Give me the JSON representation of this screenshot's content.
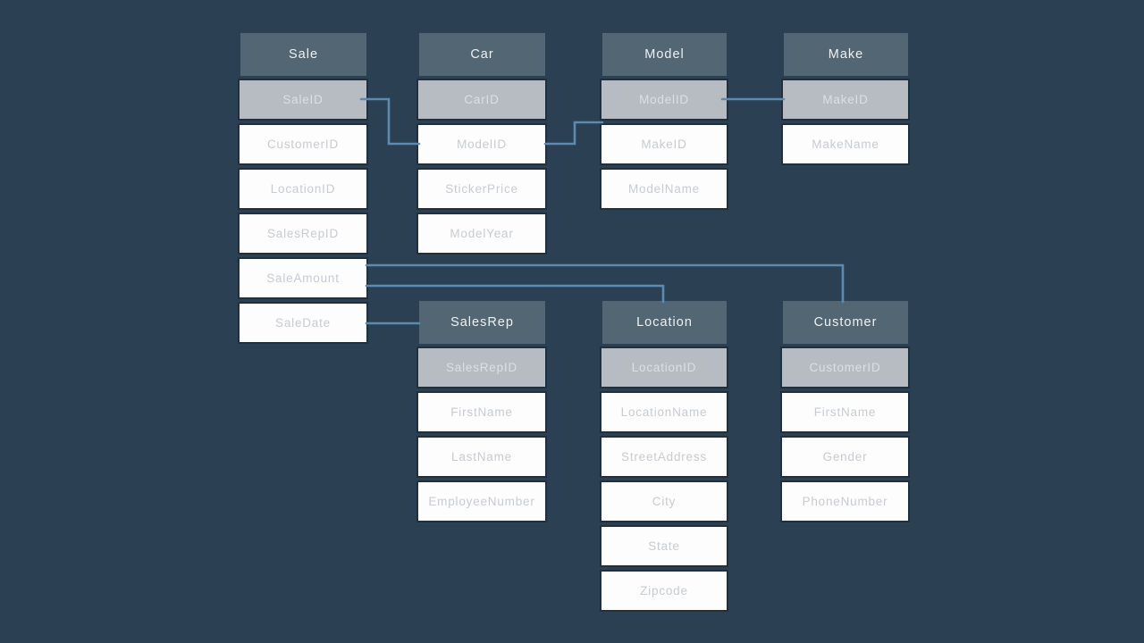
{
  "diagram": {
    "tables": [
      {
        "name": "Sale",
        "fields": [
          {
            "label": "SaleID",
            "key": true
          },
          {
            "label": "CustomerID",
            "key": false
          },
          {
            "label": "LocationID",
            "key": false
          },
          {
            "label": "SalesRepID",
            "key": false
          },
          {
            "label": "SaleAmount",
            "key": false
          },
          {
            "label": "SaleDate",
            "key": false
          }
        ]
      },
      {
        "name": "Car",
        "fields": [
          {
            "label": "CarID",
            "key": true
          },
          {
            "label": "ModelID",
            "key": false
          },
          {
            "label": "StickerPrice",
            "key": false
          },
          {
            "label": "ModelYear",
            "key": false
          }
        ]
      },
      {
        "name": "Model",
        "fields": [
          {
            "label": "ModelID",
            "key": true
          },
          {
            "label": "MakeID",
            "key": false
          },
          {
            "label": "ModelName",
            "key": false
          }
        ]
      },
      {
        "name": "Make",
        "fields": [
          {
            "label": "MakeID",
            "key": true
          },
          {
            "label": "MakeName",
            "key": false
          }
        ]
      },
      {
        "name": "SalesRep",
        "fields": [
          {
            "label": "SalesRepID",
            "key": true
          },
          {
            "label": "FirstName",
            "key": false
          },
          {
            "label": "LastName",
            "key": false
          },
          {
            "label": "EmployeeNumber",
            "key": false
          }
        ]
      },
      {
        "name": "Location",
        "fields": [
          {
            "label": "LocationID",
            "key": true
          },
          {
            "label": "LocationName",
            "key": false
          },
          {
            "label": "StreetAddress",
            "key": false
          },
          {
            "label": "City",
            "key": false
          },
          {
            "label": "State",
            "key": false
          },
          {
            "label": "Zipcode",
            "key": false
          }
        ]
      },
      {
        "name": "Customer",
        "fields": [
          {
            "label": "CustomerID",
            "key": true
          },
          {
            "label": "FirstName",
            "key": false
          },
          {
            "label": "Gender",
            "key": false
          },
          {
            "label": "PhoneNumber",
            "key": false
          }
        ]
      }
    ],
    "connections": [
      {
        "from": "Sale.SaleID",
        "to": "Car.ModelID"
      },
      {
        "from": "Car.ModelID",
        "to": "Model.ModelID"
      },
      {
        "from": "Model.ModelID",
        "to": "Make.MakeID"
      },
      {
        "from": "Sale.SaleAmount",
        "to": "Customer"
      },
      {
        "from": "Sale.SaleAmount",
        "to": "Location"
      },
      {
        "from": "Sale.SaleDate",
        "to": "SalesRep"
      }
    ]
  },
  "colors": {
    "background": "#2b4153",
    "table_header": "#536673",
    "key_row": "#b7bcc2",
    "row": "#fdfdfe",
    "row_border": "#1f3040",
    "header_text": "#eef1f3",
    "key_text": "#dcdfe3",
    "row_text": "#c7ccd1",
    "relationship_line": "#5c8ab1"
  }
}
